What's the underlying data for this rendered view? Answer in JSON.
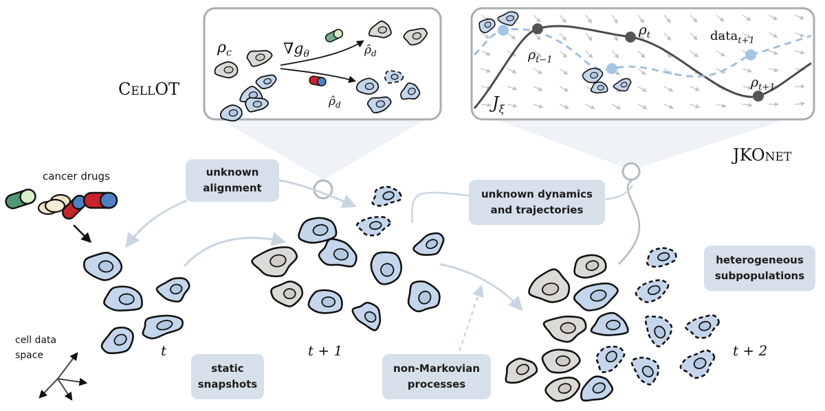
{
  "labels": {
    "cellot": "CellOT",
    "jkonet": "JKOnet",
    "cancer_drugs": "cancer drugs",
    "cell_data_space": "cell data\nspace",
    "t0": "t",
    "t1": "t + 1",
    "t2": "t + 2"
  },
  "tags": {
    "unknown_alignment": "unknown\nalignment",
    "unknown_dynamics": "unknown dynamics\nand trajectories",
    "heterogeneous": "heterogeneous\nsubpopulations",
    "static_snapshots": "static\nsnapshots",
    "non_markovian": "non-Markovian\nprocesses"
  },
  "cellot_panel": {
    "rho_c": "ρ",
    "rho_c_sub": "c",
    "grad": "∇g",
    "grad_sub": "θ",
    "rho_d1": "ρ̂",
    "rho_d1_sub": "d",
    "rho_d2": "ρ̂",
    "rho_d2_sub": "d"
  },
  "jkonet_panel": {
    "rho_t": "ρ",
    "rho_t_sub": "t",
    "rho_tm1": "ρ",
    "rho_tm1_sub": "t−1",
    "rho_tp1": "ρ",
    "rho_tp1_sub": "t+1",
    "data": "data",
    "data_sub": "t+1",
    "j": "J",
    "j_sub": "ξ"
  },
  "colors": {
    "cell_blue": "#c4d6ec",
    "cell_gray": "#dcdad6",
    "tag_bg": "#d6e0ea",
    "arrow": "#c9d5e2",
    "curve": "#4a4a4a",
    "dashed_curve": "#9fbedd"
  }
}
